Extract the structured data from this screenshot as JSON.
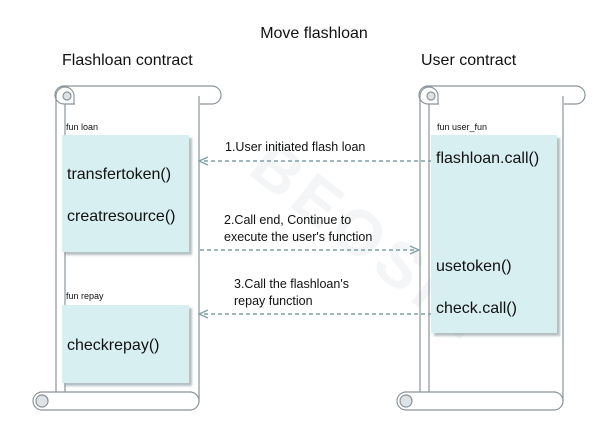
{
  "title": "Move flashloan",
  "left_contract": {
    "title": "Flashloan contract",
    "sections": [
      {
        "label": "fun loan",
        "functions": [
          "transfertoken()",
          "creatresource()"
        ]
      },
      {
        "label": "fun repay",
        "functions": [
          "checkrepay()"
        ]
      }
    ]
  },
  "right_contract": {
    "title": "User contract",
    "sections": [
      {
        "label": "fun user_fun",
        "functions": [
          "flashloan.call()",
          "usetoken()",
          "check.call()"
        ]
      }
    ]
  },
  "messages": [
    {
      "step": 1,
      "direction": "right-to-left",
      "lines": [
        "1.User initiated flash loan"
      ]
    },
    {
      "step": 2,
      "direction": "left-to-right",
      "lines": [
        "2.Call end, Continue to",
        "execute the user's function"
      ]
    },
    {
      "step": 3,
      "direction": "right-to-left",
      "lines": [
        "3.Call the flashloan's",
        "repay function"
      ]
    }
  ],
  "watermark": "BEOSIN",
  "colors": {
    "box_fill": "#d8eff2",
    "arrow": "#7fa1a6",
    "scroll_outline": "#8a9499",
    "scroll_fill": "#dde3e6"
  }
}
